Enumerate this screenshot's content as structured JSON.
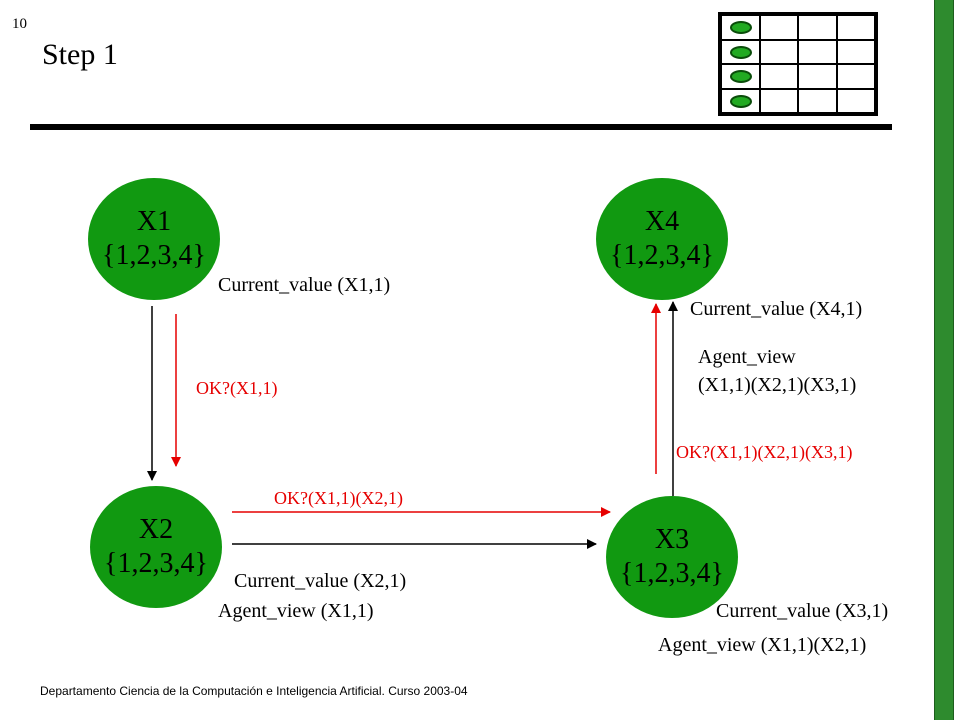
{
  "header": {
    "slide_number": "10",
    "title": "Step 1"
  },
  "board": {
    "rows": 4,
    "cols": 4,
    "queen_column": 1
  },
  "nodes": {
    "x1": {
      "name": "X1",
      "domain": "{1,2,3,4}"
    },
    "x2": {
      "name": "X2",
      "domain": "{1,2,3,4}"
    },
    "x3": {
      "name": "X3",
      "domain": "{1,2,3,4}"
    },
    "x4": {
      "name": "X4",
      "domain": "{1,2,3,4}"
    }
  },
  "labels": {
    "x1_current": "Current_value (X1,1)",
    "x4_current": "Current_value (X4,1)",
    "x4_agent_view_1": "Agent_view",
    "x4_agent_view_2": "(X1,1)(X2,1)(X3,1)",
    "x2_current": "Current_value (X2,1)",
    "x2_agent_view": "Agent_view (X1,1)",
    "x3_current": "Current_value (X3,1)",
    "x3_agent_view": "Agent_view (X1,1)(X2,1)"
  },
  "messages": {
    "ok_x1": "OK?(X1,1)",
    "ok_x1_x2": "OK?(X1,1)(X2,1)",
    "ok_x1_x2_x3": "OK?(X1,1)(X2,1)(X3,1)"
  },
  "colors": {
    "node": "#119911",
    "message": "#e60000",
    "arrow": "#000000",
    "accent_bar": "#2e8b2e"
  },
  "footer": {
    "text": "Departamento Ciencia de la Computación e Inteligencia Artificial. Curso 2003-04"
  }
}
